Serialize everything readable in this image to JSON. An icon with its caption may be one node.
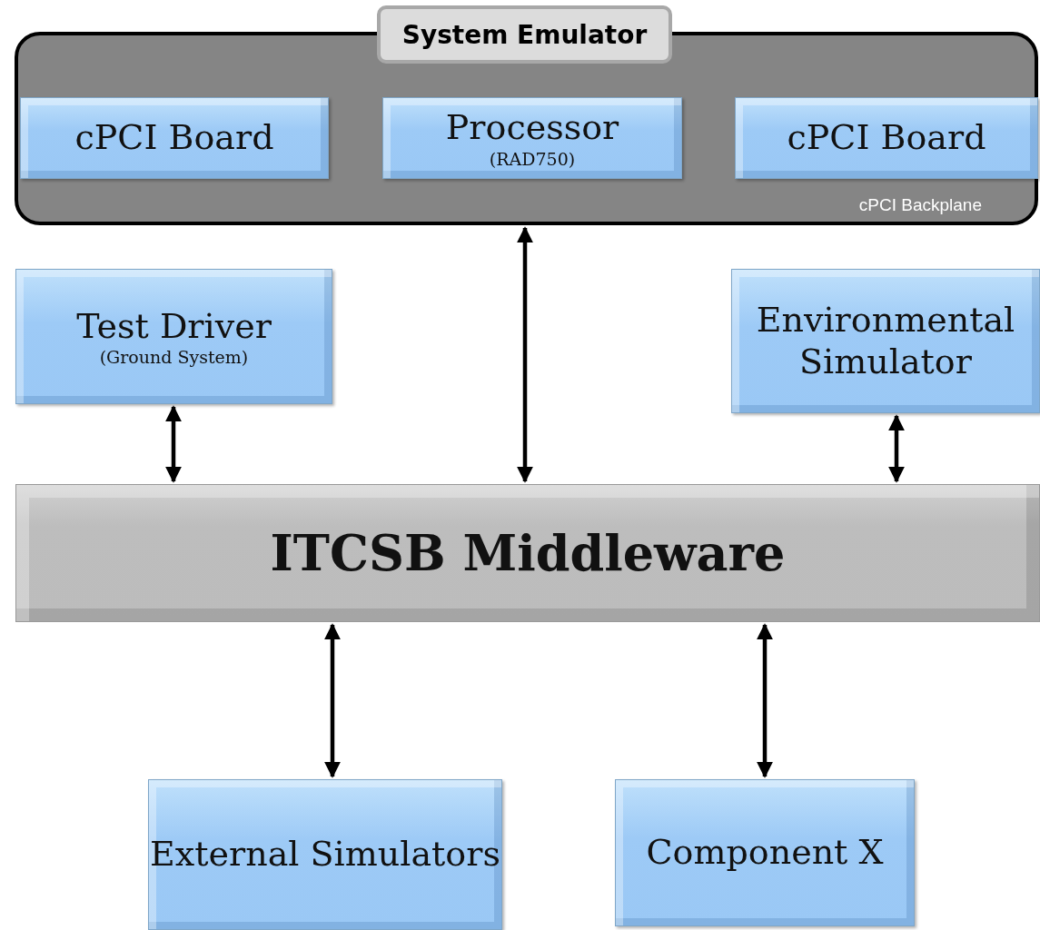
{
  "diagram": {
    "nodes": [
      {
        "text": [
          "System Emulator",
          "cPCI Backplane"
        ]
      },
      {
        "text": [
          "cPCI Board"
        ],
        "in": 0
      },
      {
        "text": [
          "Processor",
          "(RAD750)"
        ],
        "in": 0
      },
      {
        "text": [
          "cPCI Board"
        ],
        "in": 0
      },
      {
        "text": [
          "Test Driver",
          "(Ground System)"
        ]
      },
      {
        "text": [
          "Environmental Simulator"
        ]
      },
      {
        "text": [
          "ITCSB Middleware"
        ]
      },
      {
        "text": [
          "External Simulators"
        ]
      },
      {
        "text": [
          "Component X"
        ]
      }
    ],
    "edges": [
      {
        "from": 0,
        "to": 6,
        "arrow": "both"
      },
      {
        "from": 4,
        "to": 6,
        "arrow": "both"
      },
      {
        "from": 5,
        "to": 6,
        "arrow": "both"
      },
      {
        "from": 6,
        "to": 7,
        "arrow": "both"
      },
      {
        "from": 6,
        "to": 8,
        "arrow": "both"
      }
    ]
  }
}
